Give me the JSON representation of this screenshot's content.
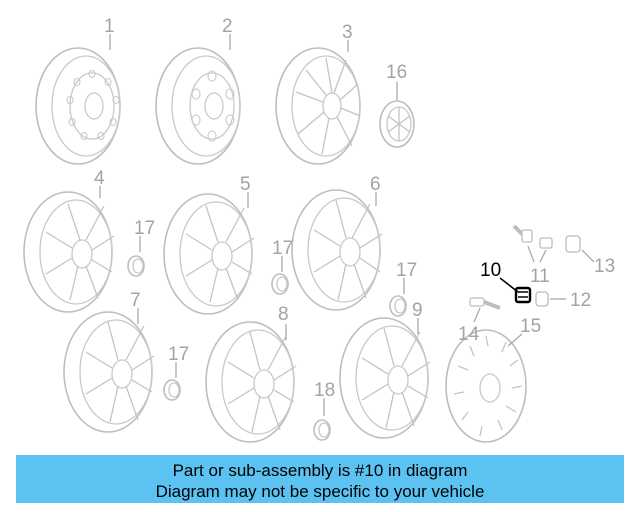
{
  "callouts": [
    "1",
    "2",
    "3",
    "4",
    "5",
    "6",
    "7",
    "8",
    "9",
    "10",
    "11",
    "12",
    "13",
    "14",
    "15",
    "16",
    "17",
    "17",
    "17",
    "17",
    "18"
  ],
  "highlighted_part": "10",
  "colors": {
    "banner": "#5bc2f2",
    "highlight": "#000000",
    "line_art": "#bdbdbd",
    "callout_text": "#a3a3a3"
  },
  "banner": {
    "line1": "Part or sub-assembly is #10 in diagram",
    "line2": "Diagram may not be specific to your vehicle"
  }
}
